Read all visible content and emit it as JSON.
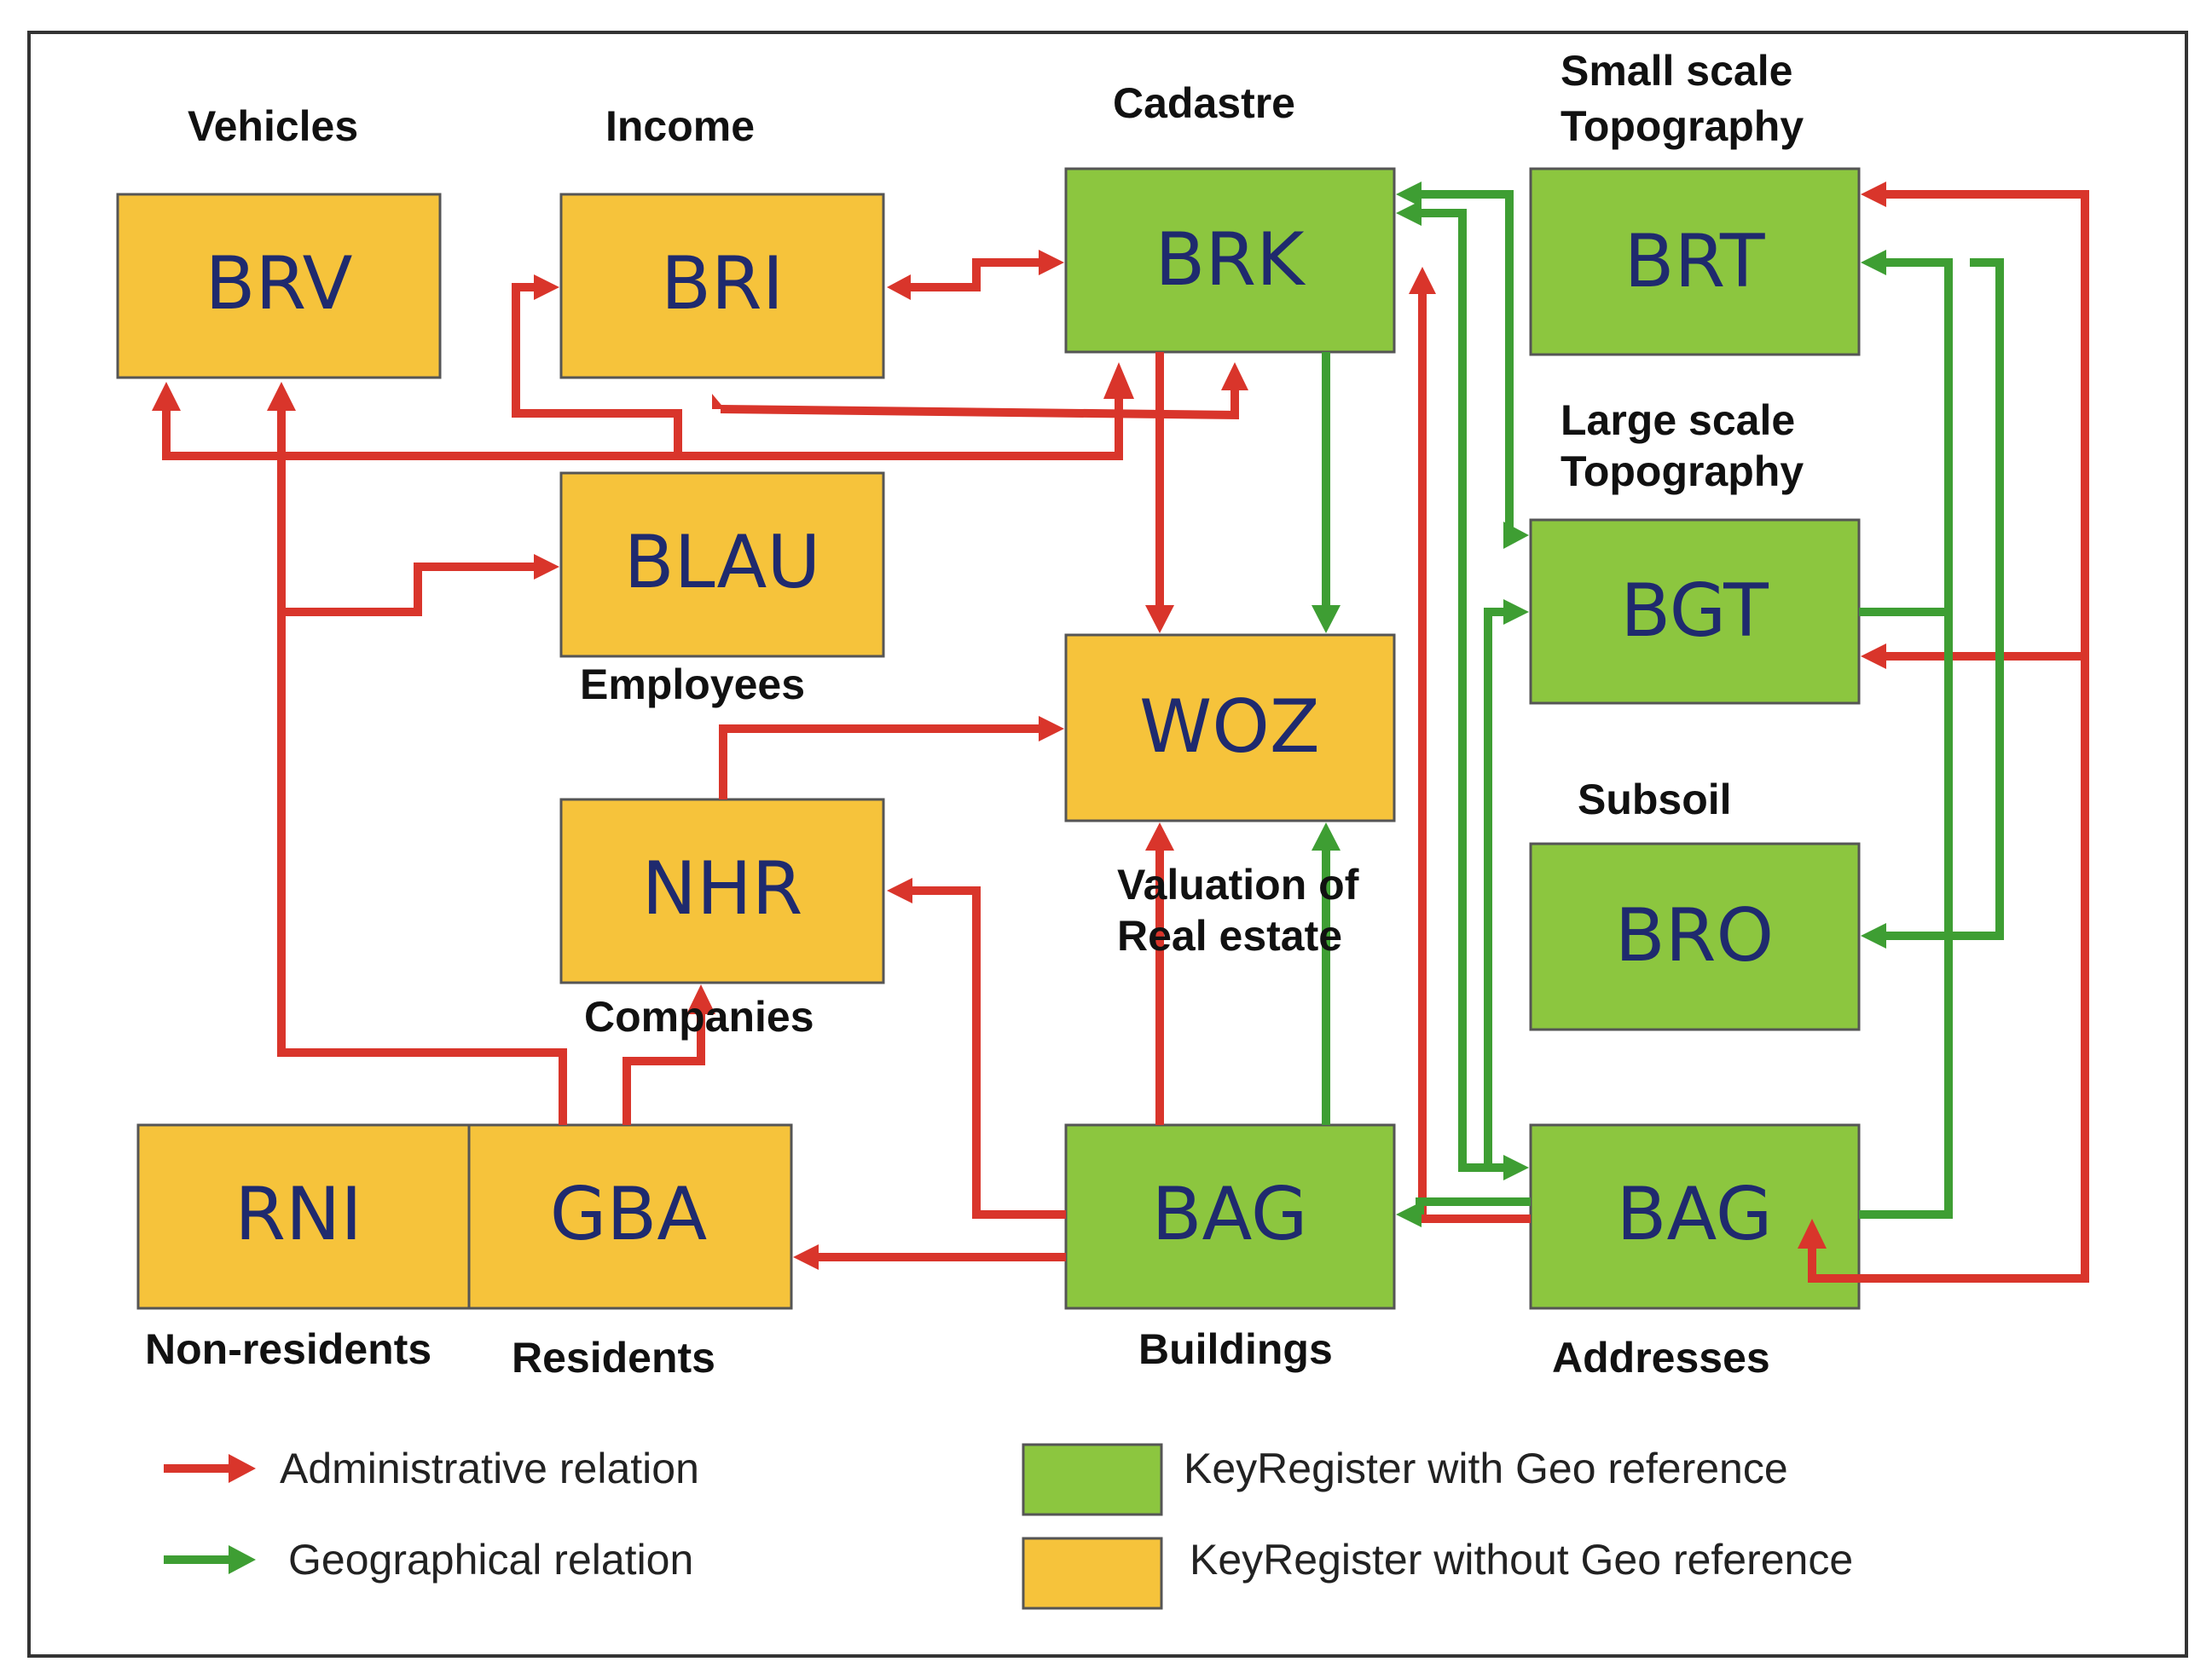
{
  "colors": {
    "geo_register": "#8cc63f",
    "non_geo_register": "#f6c33b",
    "administrative": "#d9352b",
    "geographical": "#3e9e33",
    "text": "#1f2a6e"
  },
  "boxes": {
    "brv": "BRV",
    "bri": "BRI",
    "brk": "BRK",
    "brt": "BRT",
    "blau": "BLAU",
    "bgt": "BGT",
    "woz": "WOZ",
    "nhr": "NHR",
    "bro": "BRO",
    "rni": "RNI",
    "gba": "GBA",
    "bag_buildings": "BAG",
    "bag_addresses": "BAG"
  },
  "labels": {
    "vehicles": "Vehicles",
    "income": "Income",
    "cadastre": "Cadastre",
    "small_scale_1": "Small scale",
    "small_scale_2": "Topography",
    "large_scale_1": "Large scale",
    "large_scale_2": "Topography",
    "employees": "Employees",
    "subsoil": "Subsoil",
    "valuation_1": "Valuation of",
    "valuation_2": "Real estate",
    "companies": "Companies",
    "non_residents": "Non-residents",
    "residents": "Residents",
    "buildings": "Buildings",
    "addresses": "Addresses"
  },
  "legend": {
    "administrative": "Administrative relation",
    "geographical": "Geographical relation",
    "geo_register": "KeyRegister with Geo reference",
    "non_geo_register": "KeyRegister without Geo reference"
  }
}
